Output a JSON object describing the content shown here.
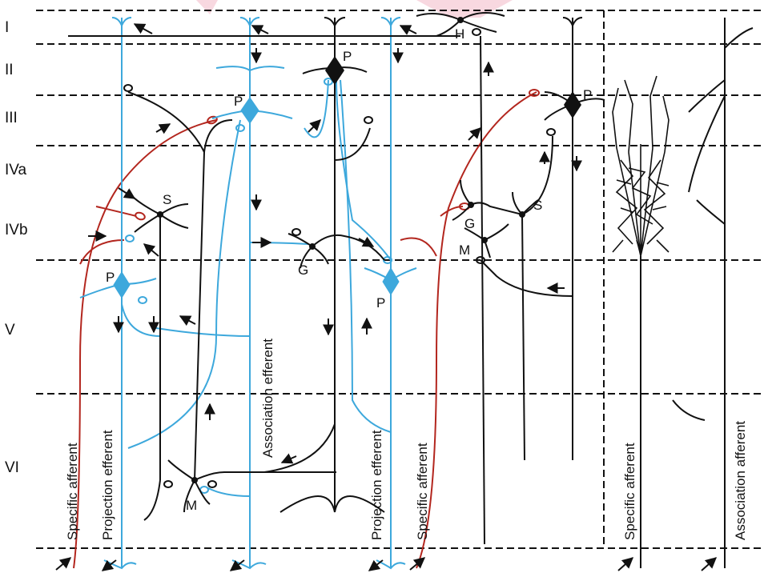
{
  "layers": [
    "I",
    "II",
    "III",
    "IVa",
    "IVb",
    "V",
    "VI"
  ],
  "cell_labels": {
    "h": "H",
    "p1": "P",
    "p2": "P",
    "p3": "P",
    "p4": "P",
    "p5": "P",
    "s1": "S",
    "s2": "S",
    "g1": "G",
    "g2": "G",
    "m1": "M",
    "m2": "M"
  },
  "fiber_labels": {
    "specific_afferent_1": "Specific afferent",
    "projection_efferent_1": "Projection efferent",
    "association_efferent": "Association efferent",
    "projection_efferent_2": "Projection efferent",
    "specific_afferent_2": "Specific afferent",
    "specific_afferent_3": "Specific afferent",
    "association_afferent": "Association afferent"
  },
  "colors": {
    "black_neuron": "#111111",
    "blue_neuron": "#3da8dc",
    "red_afferent": "#b3261e",
    "watermark": "#f2b8c6"
  }
}
